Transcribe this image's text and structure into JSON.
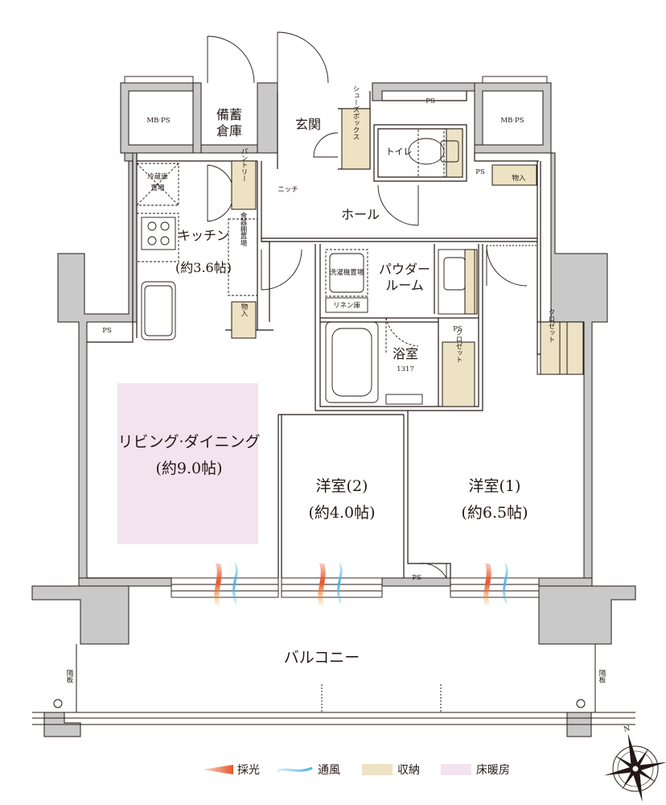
{
  "rooms": {
    "mbps_left": "MB·PS",
    "storage_line1": "備蓄",
    "storage_line2": "倉庫",
    "entrance": "玄関",
    "shoes_box": "シューズボックス",
    "toilet": "トイレ",
    "ps_top": "PS",
    "mbps_right": "MB·PS",
    "ps_right": "PS",
    "mono_ire_top": "物入",
    "fridge_line1": "冷蔵庫",
    "fridge_line2": "置場",
    "pantry": "パントリー",
    "niche": "ニッチ",
    "hall": "ホール",
    "kitchen": "キッチン",
    "kitchen_size": "(約3.6帖)",
    "dish_shelf": "食器棚置場",
    "mono_ire_kitchen": "物入",
    "washer": "洗濯機置場",
    "linen": "リネン庫",
    "powder_line1": "パウダー",
    "powder_line2": "ルーム",
    "ps_left": "PS",
    "ps_bath": "PS",
    "bath": "浴室",
    "bath_size": "1317",
    "closet_1": "クロゼット",
    "closet_2": "クロゼット",
    "living": "リビング·ダイニング",
    "living_size": "(約9.0帖)",
    "room2": "洋室(2)",
    "room2_size": "(約4.0帖)",
    "room1": "洋室(1)",
    "room1_size": "(約6.5帖)",
    "ps_bottom": "PS",
    "balcony": "バルコニー",
    "partition_left": "隔板",
    "partition_right": "隔板"
  },
  "legend": [
    {
      "label": "採光",
      "color": "#e8552a"
    },
    {
      "label": "通風",
      "color": "#46b4e6"
    },
    {
      "label": "収納",
      "color": "#ede3c4"
    },
    {
      "label": "床暖房",
      "color": "#f3e3ee"
    }
  ],
  "compass": {
    "north_label": "N"
  },
  "colors": {
    "wall": "#c9c9c9",
    "line": "#231815",
    "storage": "#ede3c4",
    "floor_heating": "#f3e3ee"
  }
}
